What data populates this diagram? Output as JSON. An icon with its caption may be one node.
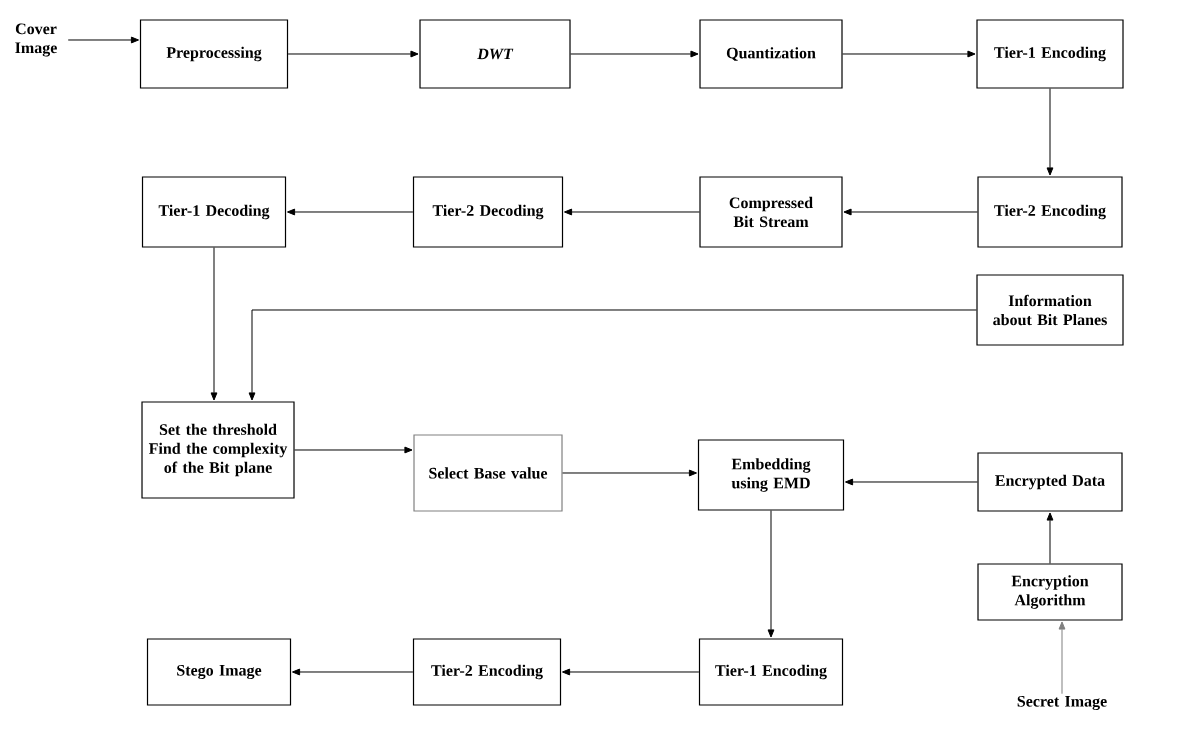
{
  "diagram": {
    "nodes": [
      {
        "text": [
          "Cover Image"
        ]
      },
      {
        "text": [
          "Preprocessing"
        ]
      },
      {
        "text": [
          "DWT"
        ]
      },
      {
        "text": [
          "Quantization"
        ]
      },
      {
        "text": [
          "Tier-1 Encoding"
        ]
      },
      {
        "text": [
          "Tier-1 Decoding"
        ]
      },
      {
        "text": [
          "Tier-2 Decoding"
        ]
      },
      {
        "text": [
          "Compressed Bit Stream"
        ]
      },
      {
        "text": [
          "Tier-2 Encoding"
        ]
      },
      {
        "text": [
          "Information about Bit Planes"
        ]
      },
      {
        "text": [
          "Set the threshold",
          "Find the complexity of the Bit plane"
        ]
      },
      {
        "text": [
          "Select Base value"
        ]
      },
      {
        "text": [
          "Embedding using EMD"
        ]
      },
      {
        "text": [
          "Encrypted Data"
        ]
      },
      {
        "text": [
          "Encryption Algorithm"
        ]
      },
      {
        "text": [
          "Stego Image"
        ]
      },
      {
        "text": [
          "Tier-2 Encoding"
        ]
      },
      {
        "text": [
          "Tier-1 Encoding"
        ]
      },
      {
        "text": [
          "Secret Image"
        ]
      }
    ],
    "edges": [
      {
        "from": 0,
        "to": 1,
        "arrow": "to"
      },
      {
        "from": 1,
        "to": 2,
        "arrow": "to"
      },
      {
        "from": 2,
        "to": 3,
        "arrow": "to"
      },
      {
        "from": 3,
        "to": 4,
        "arrow": "to"
      },
      {
        "from": 4,
        "to": 8,
        "arrow": "to"
      },
      {
        "from": 8,
        "to": 7,
        "arrow": "to"
      },
      {
        "from": 7,
        "to": 6,
        "arrow": "to"
      },
      {
        "from": 6,
        "to": 5,
        "arrow": "to"
      },
      {
        "from": 5,
        "to": 10,
        "arrow": "to"
      },
      {
        "from": 9,
        "to": 10,
        "arrow": "to"
      },
      {
        "from": 10,
        "to": 11,
        "arrow": "to"
      },
      {
        "from": 11,
        "to": 12,
        "arrow": "to"
      },
      {
        "from": 13,
        "to": 12,
        "arrow": "to"
      },
      {
        "from": 12,
        "to": 17,
        "arrow": "to"
      },
      {
        "from": 17,
        "to": 16,
        "arrow": "to"
      },
      {
        "from": 16,
        "to": 15,
        "arrow": "to"
      },
      {
        "from": 14,
        "to": 13,
        "arrow": "to"
      },
      {
        "from": 18,
        "to": 14,
        "arrow": "to",
        "color": "#808080"
      }
    ]
  }
}
